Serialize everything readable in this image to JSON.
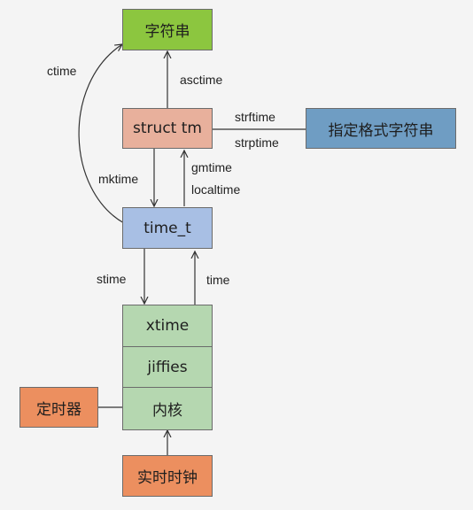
{
  "nodes": {
    "string": "字符串",
    "struct_tm": "struct tm",
    "format_string": "指定格式字符串",
    "time_t": "time_t",
    "timer": "定时器",
    "rtc": "实时时钟",
    "kernel": {
      "xtime": "xtime",
      "jiffies": "jiffies",
      "core": "内核"
    }
  },
  "edges": {
    "ctime": "ctime",
    "asctime": "asctime",
    "strftime": "strftime",
    "strptime": "strptime",
    "mktime": "mktime",
    "gmtime": "gmtime",
    "localtime": "localtime",
    "stime": "stime",
    "time": "time"
  },
  "colors": {
    "green": "#8cc63f",
    "salmon": "#e8b09c",
    "blue": "#a8bfe4",
    "teal": "#6f9dc3",
    "kernel": "#b5d7b0",
    "orange": "#ec8f5f"
  }
}
